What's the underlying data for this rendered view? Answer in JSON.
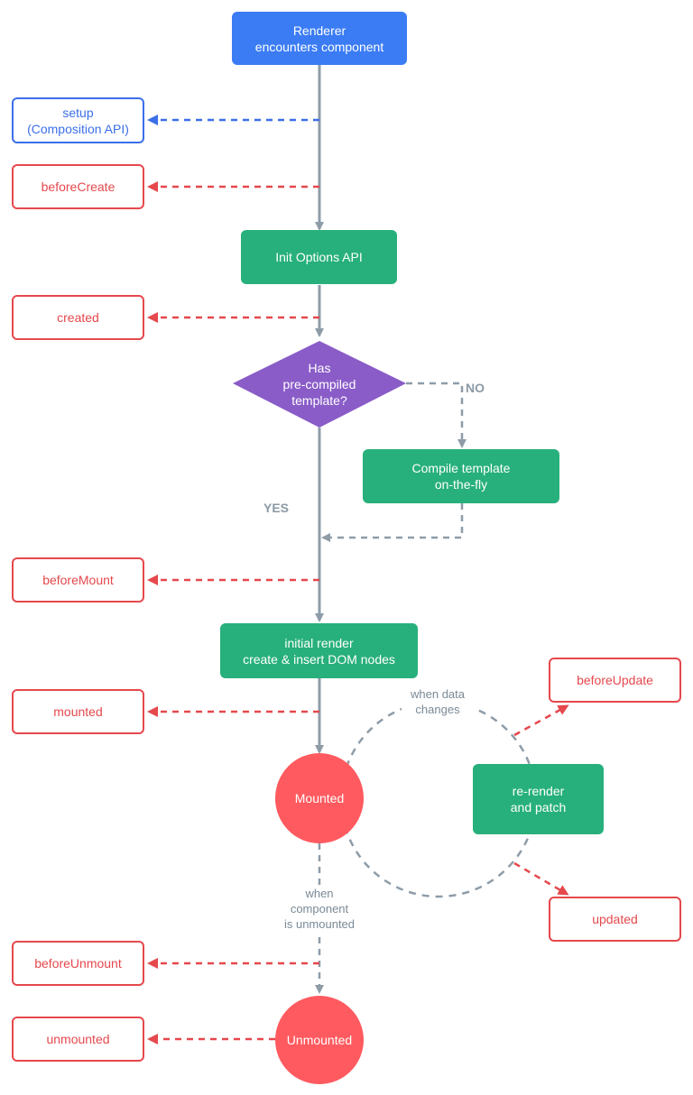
{
  "nodes": {
    "renderer": "Renderer\nencounters component",
    "init_options": "Init Options API",
    "has_template": "Has\npre-compiled\ntemplate?",
    "compile": "Compile template\non-the-fly",
    "initial_render": "initial render\ncreate & insert DOM nodes",
    "mounted_state": "Mounted",
    "rerender": "re-render\nand patch",
    "unmounted_state": "Unmounted"
  },
  "hooks": {
    "setup": "setup\n(Composition API)",
    "beforeCreate": "beforeCreate",
    "created": "created",
    "beforeMount": "beforeMount",
    "mounted": "mounted",
    "beforeUpdate": "beforeUpdate",
    "updated": "updated",
    "beforeUnmount": "beforeUnmount",
    "unmounted": "unmounted"
  },
  "labels": {
    "no": "NO",
    "yes": "YES",
    "when_data_changes": "when data\nchanges",
    "when_unmounted": "when\ncomponent\nis unmounted"
  },
  "colors": {
    "main_blue": "#3b7cf5",
    "green": "#27b07b",
    "purple": "#8a5cc8",
    "red": "#ff5a5f",
    "hook_red": "#e5484d",
    "hook_blue": "#3b6fe9",
    "connector_gray": "#8e9ca8"
  }
}
